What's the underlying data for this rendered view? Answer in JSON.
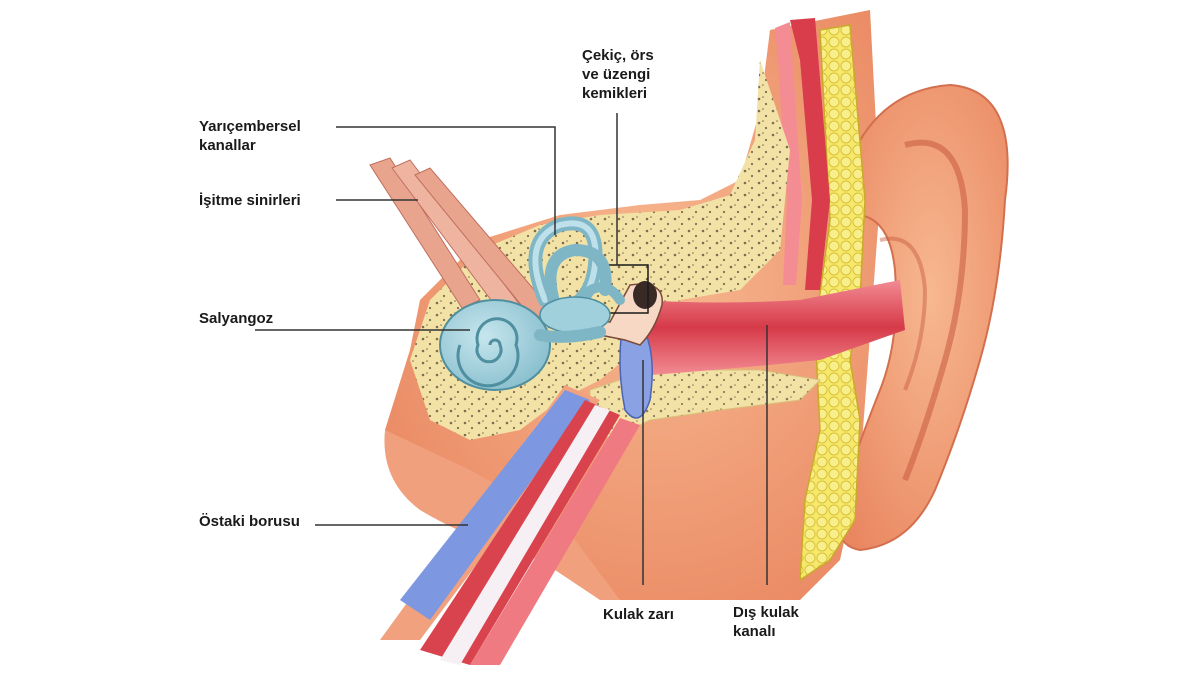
{
  "diagram": {
    "labels": {
      "semicircular_canals": [
        "Yarıçembersel",
        "kanallar"
      ],
      "auditory_nerves": [
        "İşitme sinirleri"
      ],
      "cochlea": [
        "Salyangoz"
      ],
      "eustachian_tube": [
        "Östaki borusu"
      ],
      "ossicles": [
        "Çekiç, örs",
        "ve üzengi",
        "kemikleri"
      ],
      "eardrum": [
        "Kulak zarı"
      ],
      "ear_canal": [
        "Dış kulak",
        "kanalı"
      ]
    },
    "colors": {
      "skin": "#f3a37c",
      "skin_dark": "#e07e5a",
      "bone": "#f3e2a6",
      "bone_spots": "#4a3a2a",
      "canal_red": "#d9434e",
      "canal_pink": "#f07a82",
      "cochlea_blue": "#9fd0dc",
      "cochlea_stroke": "#4f8fa0",
      "tube_blue": "#7d97e0",
      "nerve": "#e8a08a",
      "fat_yellow": "#f4e25a",
      "leader_line": "#333333"
    }
  }
}
